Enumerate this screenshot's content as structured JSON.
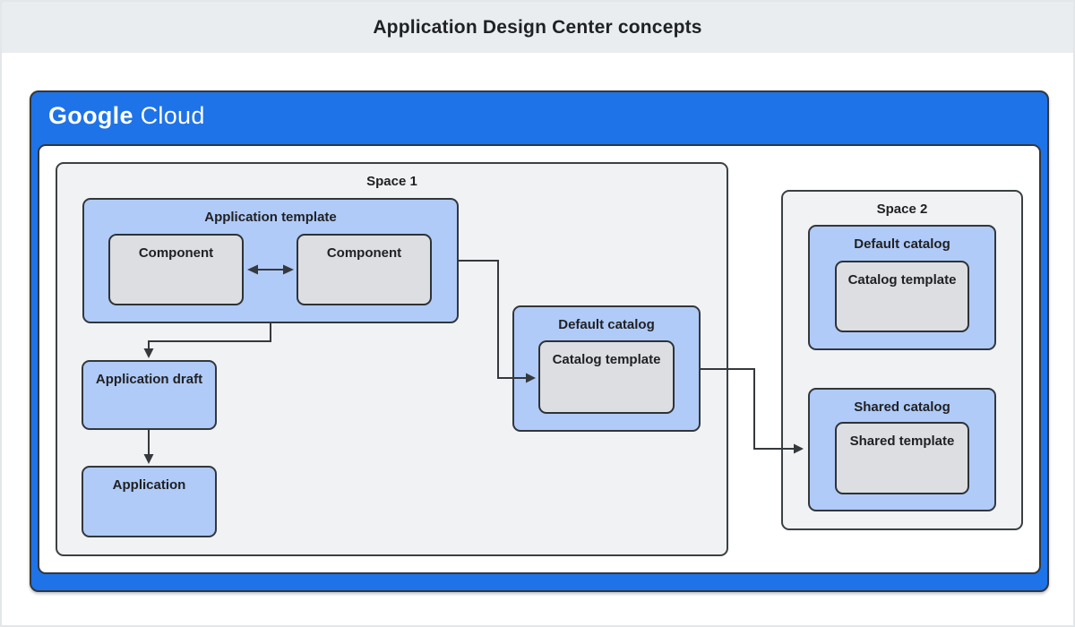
{
  "page": {
    "title": "Application Design Center concepts"
  },
  "header": {
    "logo_google": "Google",
    "logo_cloud": "Cloud"
  },
  "colors": {
    "brand_blue": "#1e73e8",
    "light_blue": "#b0cbf8",
    "box_gray": "#dcdee1",
    "space_gray": "#f0f2f4",
    "titlebar_bg": "#e9edef",
    "border_dark": "#33373b",
    "text_dark": "#202124",
    "logo_text": "#ffffff"
  },
  "diagram": {
    "space1": {
      "label": "Space 1",
      "application_template": {
        "label": "Application template",
        "components": [
          "Component",
          "Component"
        ]
      },
      "application_draft": {
        "label": "Application draft"
      },
      "application": {
        "label": "Application"
      },
      "default_catalog": {
        "label": "Default catalog",
        "template": "Catalog template"
      }
    },
    "space2": {
      "label": "Space 2",
      "default_catalog": {
        "label": "Default catalog",
        "template": "Catalog template"
      },
      "shared_catalog": {
        "label": "Shared catalog",
        "template": "Shared template"
      }
    }
  }
}
